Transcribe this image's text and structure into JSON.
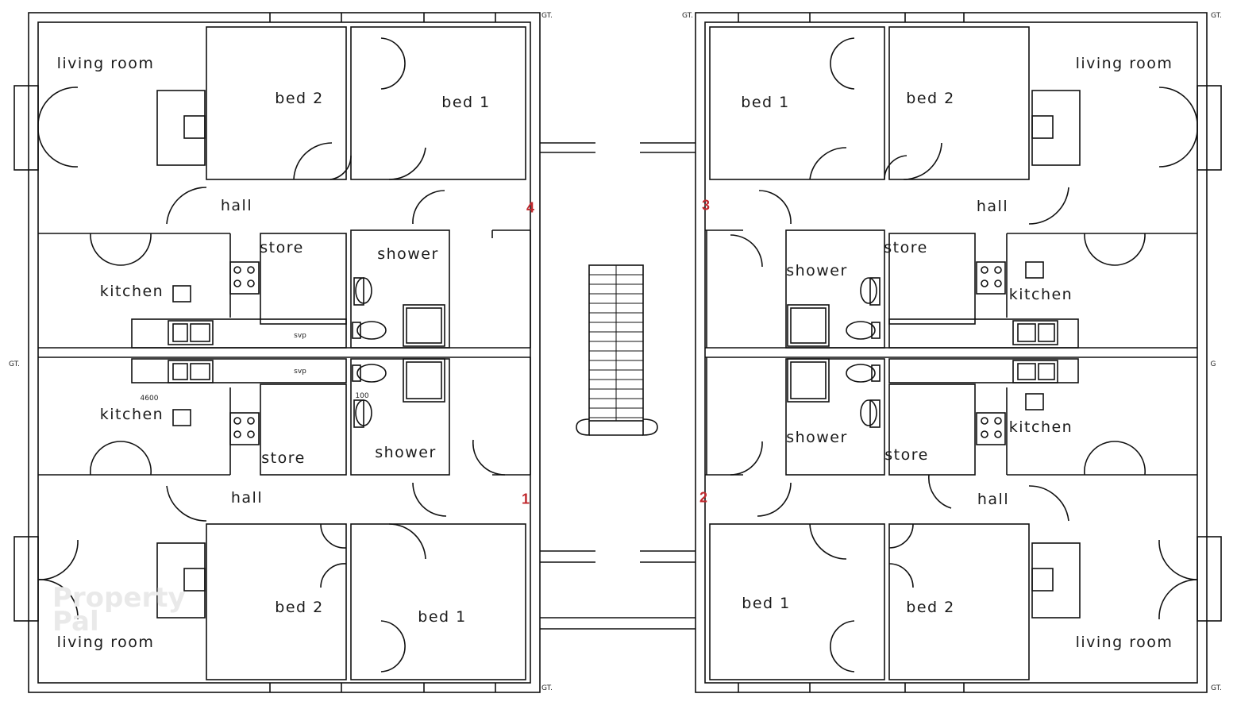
{
  "title": "",
  "rooms": {
    "tl_living": "living room",
    "tl_bed2": "bed 2",
    "tl_bed1": "bed 1",
    "tl_hall": "hall",
    "tl_store": "store",
    "tl_shower": "shower",
    "tl_kitchen": "kitchen",
    "bl_kitchen": "kitchen",
    "bl_store": "store",
    "bl_shower": "shower",
    "bl_hall": "hall",
    "bl_bed2": "bed 2",
    "bl_bed1": "bed 1",
    "bl_living": "living room",
    "tr_bed1": "bed 1",
    "tr_bed2": "bed 2",
    "tr_living": "living room",
    "tr_hall": "hall",
    "tr_shower": "shower",
    "tr_store": "store",
    "tr_kitchen": "kitchen",
    "br_kitchen": "kitchen",
    "br_shower": "shower",
    "br_store": "store",
    "br_hall": "hall",
    "br_bed1": "bed 1",
    "br_bed2": "bed 2",
    "br_living": "living room"
  },
  "unit_numbers": {
    "u1": "1",
    "u2": "2",
    "u3": "3",
    "u4": "4"
  },
  "annotations": {
    "svp_top": "svp",
    "svp_bottom": "svp",
    "dim_4600": "4600",
    "dim_100": "100",
    "gt_tl": "GT.",
    "gt_tr": "GT.",
    "gt_l": "GT.",
    "gt_r": "G",
    "gt_tl2": "GT.",
    "gt_br": "GT.",
    "gt_bl": "GT."
  },
  "watermark": {
    "line1": "Property",
    "line2": "Pal"
  },
  "colors": {
    "line": "#111111",
    "unit_number": "#c0282d"
  }
}
